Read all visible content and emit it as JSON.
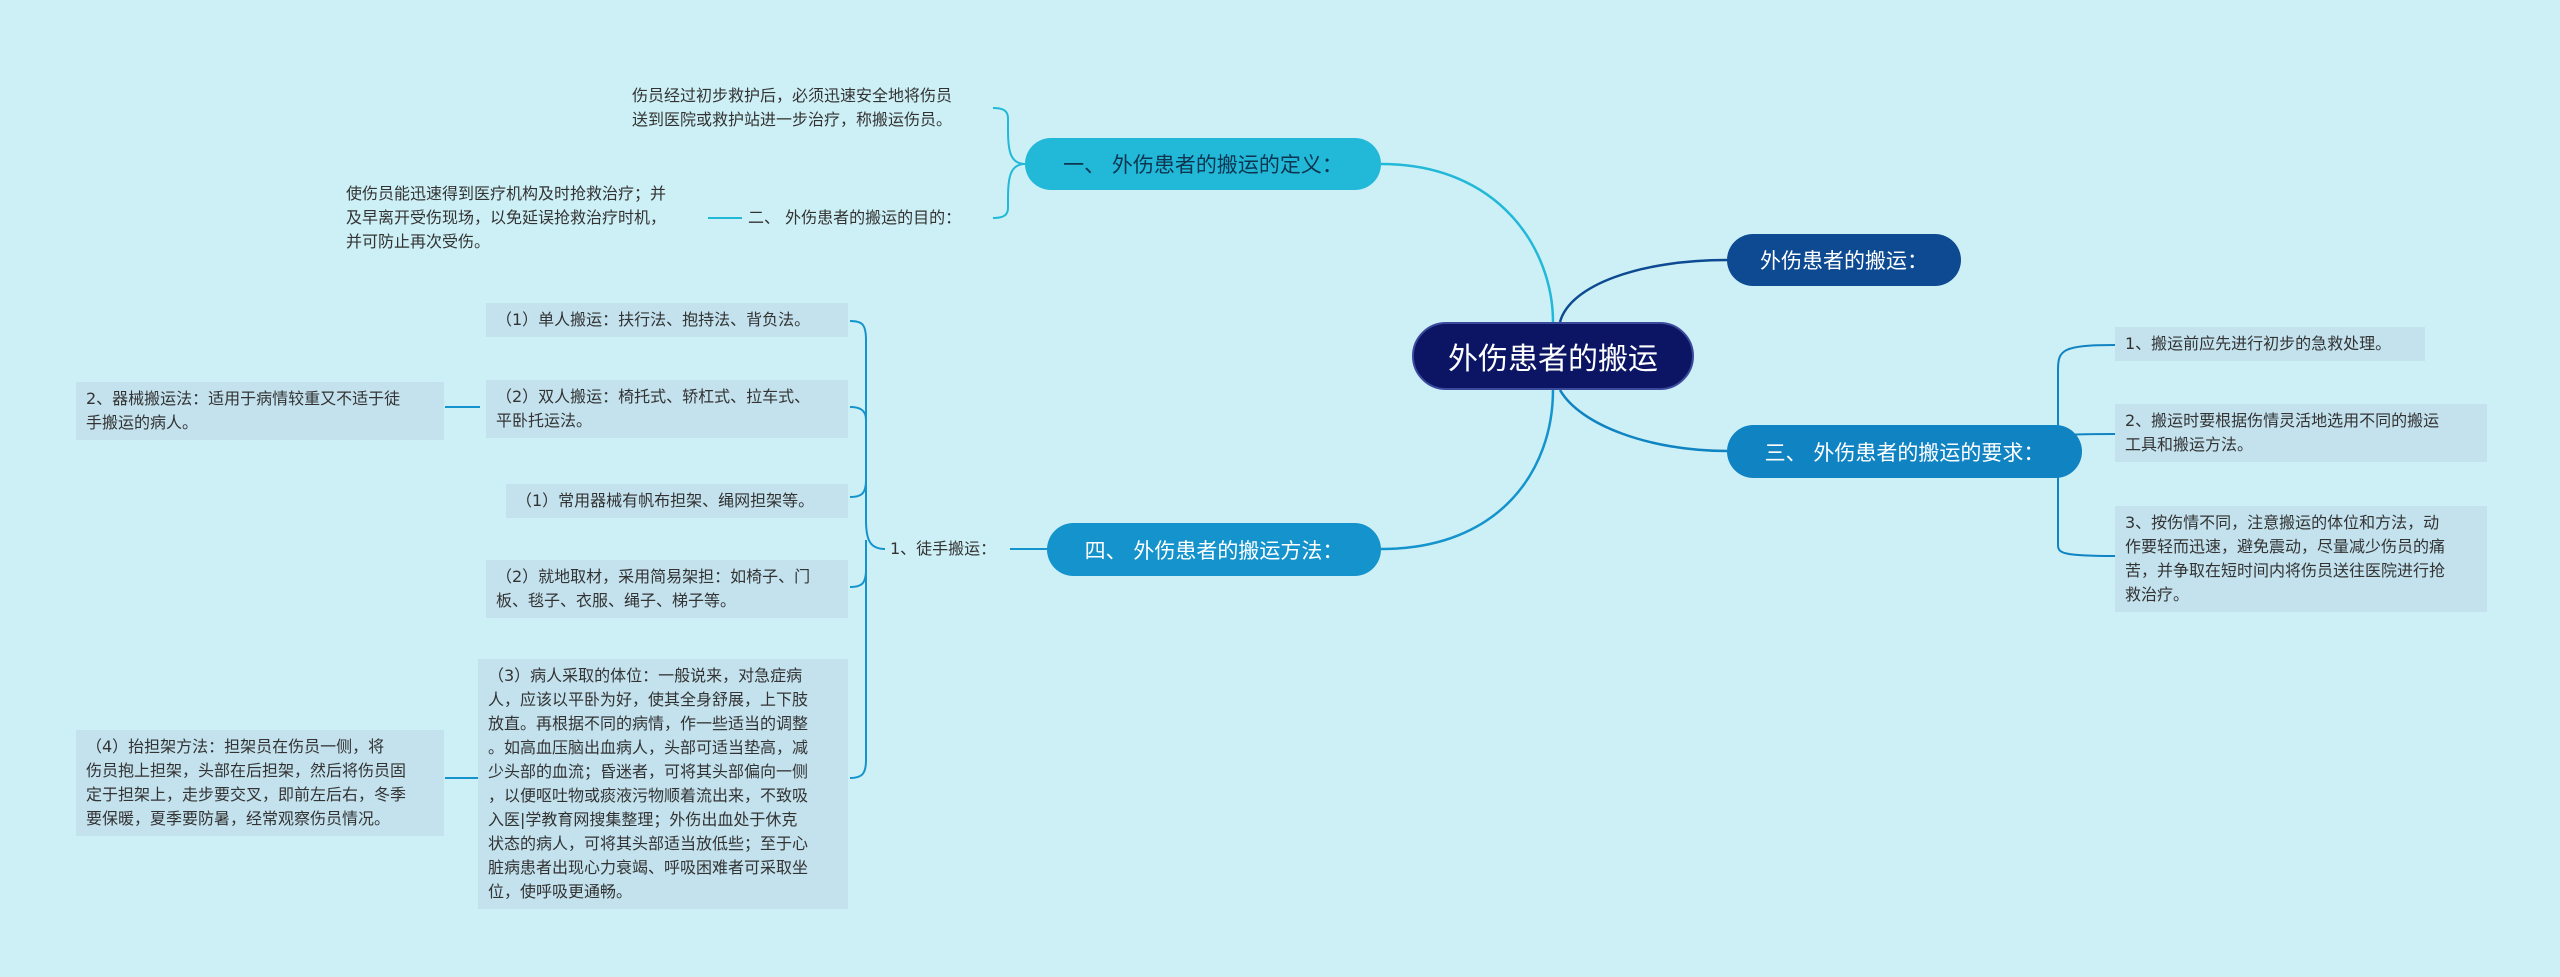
{
  "root": {
    "label": "外伤患者的搬运"
  },
  "branches": {
    "definition": {
      "label": "一、 外伤患者的搬运的定义：",
      "detail": "伤员经过初步救护后，必须迅速安全地将伤员\n送到医院或救护站进一步治疗，称搬运伤员。",
      "purpose_label": "二、 外伤患者的搬运的目的：",
      "purpose_detail": "使伤员能迅速得到医疗机构及时抢救治疗；并\n及早离开受伤现场，以免延误抢救治疗时机，\n并可防止再次受伤。"
    },
    "top": {
      "label": "外伤患者的搬运："
    },
    "requirements": {
      "label": "三、 外伤患者的搬运的要求：",
      "items": [
        "1、搬运前应先进行初步的急救处理。",
        "2、搬运时要根据伤情灵活地选用不同的搬运\n工具和搬运方法。",
        "3、按伤情不同，注意搬运的体位和方法，动\n作要轻而迅速，避免震动，尽量减少伤员的痛\n苦，并争取在短时间内将伤员送往医院进行抢\n救治疗。"
      ]
    },
    "methods": {
      "label": "四、 外伤患者的搬运方法：",
      "sub_label": "1、徒手搬运：",
      "items": [
        "（1）单人搬运：扶行法、抱持法、背负法。",
        "（2）双人搬运：椅托式、轿杠式、拉车式、\n平卧托运法。",
        "（1）常用器械有帆布担架、绳网担架等。",
        "（2）就地取材，采用简易架担：如椅子、门\n板、毯子、衣服、绳子、梯子等。",
        "（3）病人采取的体位：一般说来，对急症病\n人，应该以平卧为好，使其全身舒展，上下肢\n放直。再根据不同的病情，作一些适当的调整\n。如高血压脑出血病人，头部可适当垫高，减\n少头部的血流；昏迷者，可将其头部偏向一侧\n，以便呕吐物或痰液污物顺着流出来，不致吸\n入医|学教育网搜集整理；外伤出血处于休克\n状态的病人，可将其头部适当放低些；至于心\n脏病患者出现心力衰竭、呼吸困难者可采取坐\n位，使呼吸更通畅。"
      ],
      "side_notes": [
        "2、器械搬运法：适用于病情较重又不适于徒\n手搬运的病人。",
        "（4）抬担架方法：担架员在伤员一侧，将\n伤员抱上担架，头部在后担架，然后将伤员固\n定于担架上，走步要交叉，即前左后右，冬季\n要保暖，夏季要防暑，经常观察伤员情况。"
      ]
    }
  },
  "colors": {
    "background": "#cdf0f6",
    "root": "#0b1563",
    "line_dark": "#0d4a91",
    "line_mid": "#1083c3",
    "line_light": "#22b8d8",
    "box": "#c3e2ee"
  }
}
